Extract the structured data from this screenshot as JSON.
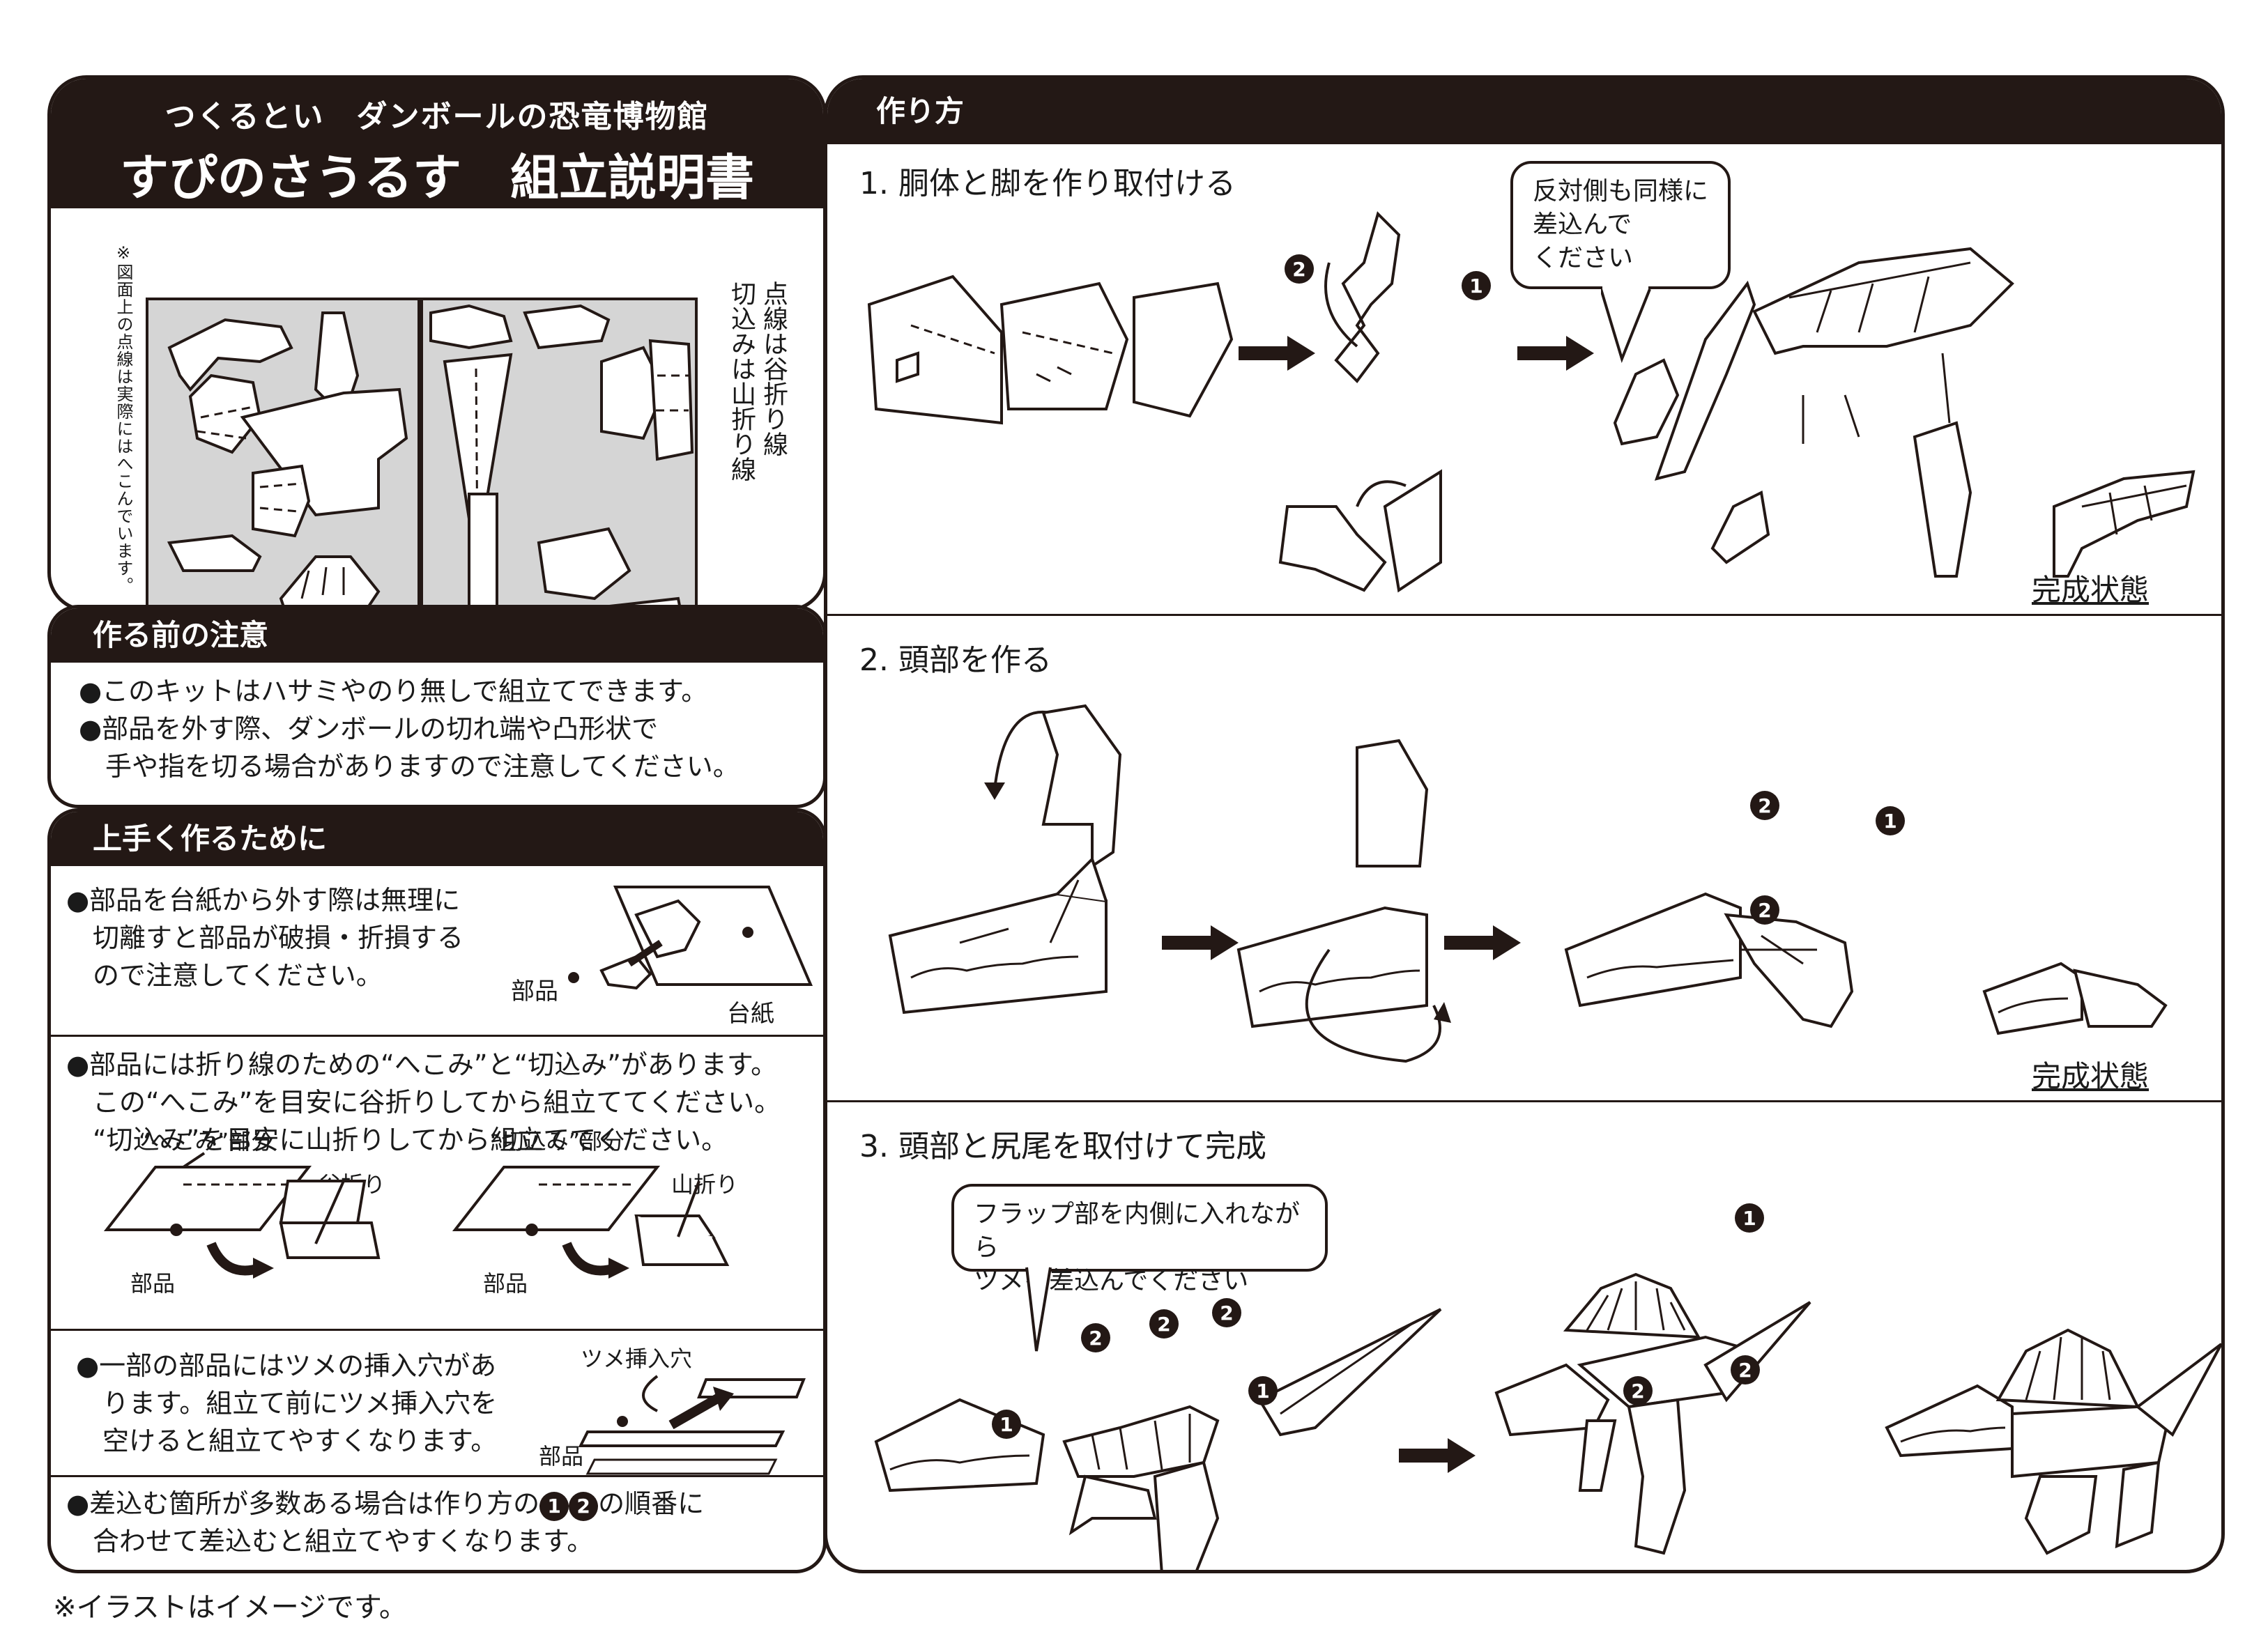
{
  "left_top": {
    "subtitle": "つくるとい　ダンボールの恐竜博物館",
    "title": "すぴのさうるす　組立説明書",
    "sheet_note_small": "※図面上の点線は実際にはへこんでいます。",
    "sheet_note_line1": "点線は谷折り線",
    "sheet_note_line2": "切込みは山折り線"
  },
  "caution": {
    "header": "作る前の注意",
    "lines": [
      "●このキットはハサミやのり無しで組立てできます。",
      "●部品を外す際、ダンボールの切れ端や凸形状で",
      "　手や指を切る場合がありますので注意してください。"
    ]
  },
  "tips": {
    "header": "上手く作るために",
    "tip1": [
      "●部品を台紙から外す際は無理に",
      "　切離すと部品が破損・折損する",
      "　ので注意してください。"
    ],
    "tip1_part_label": "部品",
    "tip1_board_label": "台紙",
    "tip2": [
      "●部品には折り線のための“へこみ”と“切込み”があります。",
      "　この“へこみ”を目安に谷折りしてから組立ててください。",
      "　“切込み”を目安に山折りしてから組立ててください。"
    ],
    "tip2_hekomi": "“へこみ”部分",
    "tip2_tanioori": "谷折り",
    "tip2_part1": "部品",
    "tip2_kirikomi": "“切込み”部分",
    "tip2_yamaori": "山折り",
    "tip2_part2": "部品",
    "tip3": [
      "●一部の部品にはツメの挿入穴があ",
      "　ります。組立て前にツメ挿入穴を",
      "　空けると組立てやすくなります。"
    ],
    "tip3_hole": "ツメ挿入穴",
    "tip3_part": "部品",
    "tip4_a": "●差込む箇所が多数ある場合は作り方の",
    "tip4_b": "の順番に",
    "tip4_line2": "　合わせて差込むと組立てやすくなります。",
    "tip4_n1": "1",
    "tip4_n2": "2"
  },
  "footer_note": "※イラストはイメージです。",
  "howto": {
    "header": "作り方",
    "step1": {
      "title": "1.  胴体と脚を作り取付ける",
      "bubble": [
        "反対側も同様に",
        "差込んで",
        "ください"
      ],
      "n1": "1",
      "n2": "2",
      "done": "完成状態"
    },
    "step2": {
      "title": "2.  頭部を作る",
      "n1": "1",
      "n2a": "2",
      "n2b": "2",
      "done": "完成状態"
    },
    "step3": {
      "title": "3.  頭部と尻尾を取付けて完成",
      "bubble": [
        "フラップ部を内側に入れながら",
        "ツメを差込んでください"
      ],
      "n1a": "1",
      "n1b": "1",
      "n2a": "2",
      "n2b": "2",
      "n2c": "2",
      "n1c": "1",
      "n2d": "2",
      "n2e": "2"
    }
  }
}
